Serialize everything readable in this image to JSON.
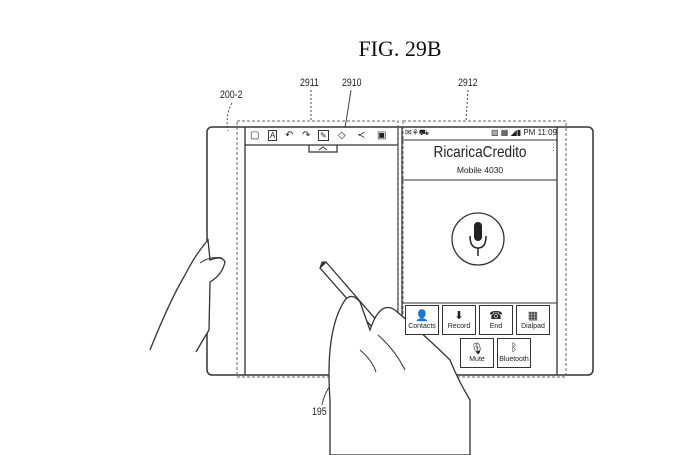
{
  "figure_title": "FIG. 29B",
  "reference_labels": {
    "device": "200-2",
    "left_region": "2911",
    "toolbar": "2910",
    "right_region": "2912",
    "stylus": "195"
  },
  "status_bar": {
    "time": "PM 11:09"
  },
  "call": {
    "caller_name": "RicaricaCredito",
    "caller_number": "Mobile 4030"
  },
  "call_buttons": [
    {
      "label": "Contacts",
      "icon": "person-icon"
    },
    {
      "label": "Record",
      "icon": "microphone-icon"
    },
    {
      "label": "End",
      "icon": "phone-end-icon"
    },
    {
      "label": "Dialpad",
      "icon": "dialpad-icon"
    },
    {
      "label": "Mute",
      "icon": "mute-icon"
    },
    {
      "label": "Bluetooth",
      "icon": "bluetooth-icon"
    }
  ],
  "toolbar_icons": [
    "square-icon",
    "text-icon",
    "undo-icon",
    "redo-icon",
    "pen-icon",
    "eraser-icon",
    "share-icon",
    "save-icon"
  ]
}
